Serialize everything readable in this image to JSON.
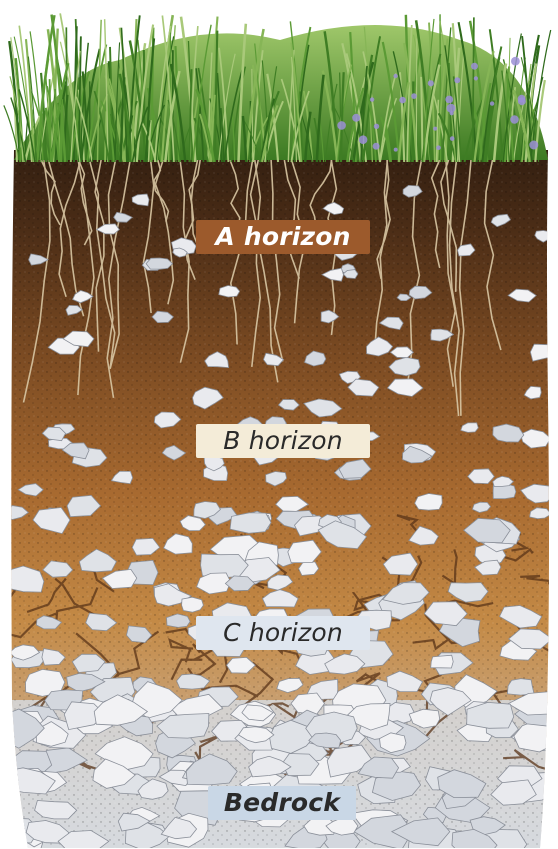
{
  "labels": {
    "a_horizon": "A horizon",
    "b_horizon": "B horizon",
    "c_horizon": "C horizon",
    "bedrock": "Bedrock"
  },
  "colors": {
    "grass": "#4f8f2c",
    "topsoil": "#3a2414",
    "subsoil": "#9a5a28",
    "c_layer": "#c98f46",
    "rock": "#e6e7ea",
    "bedrock": "#d6d9de",
    "root": "#d9c7a4",
    "flower": "#9b8fd6"
  }
}
